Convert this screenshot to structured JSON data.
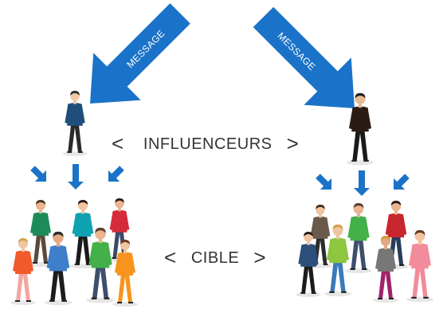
{
  "colors": {
    "arrow": "#1a73c8",
    "text": "#333333",
    "shadow": "#e6e6e6"
  },
  "arrows": {
    "left_label": "MESSAGE",
    "right_label": "MESSAGE"
  },
  "labels": {
    "influenceurs": {
      "open": "<",
      "text": "INFLUENCEURS",
      "close": ">"
    },
    "cible": {
      "open": "<",
      "text": "CIBLE",
      "close": ">"
    }
  },
  "figures": {
    "influencer_left": {
      "shirt": "#1f4e7a",
      "pants": "#2a2a2a",
      "skin": "#f1c7a4",
      "hair": "#2b2b2b"
    },
    "influencer_right": {
      "shirt": "#2a1c14",
      "pants": "#1a1a1a",
      "skin": "#e8b996",
      "hair": "#1f1f1f"
    },
    "crowd_left": [
      {
        "shirt": "#1e8c5a",
        "pants": "#5b4a3a",
        "skin": "#e9b48f",
        "hair": "#4a3424"
      },
      {
        "shirt": "#0fa3b1",
        "pants": "#1a1a1a",
        "skin": "#f0c4a0",
        "hair": "#2a1a14"
      },
      {
        "shirt": "#d62b3b",
        "pants": "#3b4a66",
        "skin": "#e9b48f",
        "hair": "#2a1a14"
      },
      {
        "shirt": "#f15a2b",
        "pants": "#f2a6a0",
        "skin": "#f0c4a0",
        "hair": "#d4a24a"
      },
      {
        "shirt": "#3f7ec9",
        "pants": "#1c1c1c",
        "skin": "#e2a882",
        "hair": "#2b2b2b"
      },
      {
        "shirt": "#43b04a",
        "pants": "#3e4e6e",
        "skin": "#e9b48f",
        "hair": "#5a4030"
      },
      {
        "shirt": "#f7941d",
        "pants": "#f7941d",
        "skin": "#f0c4a0",
        "hair": "#6a3a24"
      }
    ],
    "crowd_right": [
      {
        "shirt": "#6a5a4c",
        "pants": "#2a2a2a",
        "skin": "#f0c4a0",
        "hair": "#3a2a1a"
      },
      {
        "shirt": "#43b04a",
        "pants": "#3e4e6e",
        "skin": "#e9b48f",
        "hair": "#5a4030"
      },
      {
        "shirt": "#c8262e",
        "pants": "#2b3b5a",
        "skin": "#e9b48f",
        "hair": "#2a1a14"
      },
      {
        "shirt": "#2b4f7a",
        "pants": "#1c1c1c",
        "skin": "#f0c4a0",
        "hair": "#2a1a14"
      },
      {
        "shirt": "#8dc63f",
        "pants": "#3a7ab8",
        "skin": "#f0c4a0",
        "hair": "#d4a24a"
      },
      {
        "shirt": "#777777",
        "pants": "#a0226a",
        "skin": "#e2a882",
        "hair": "#d49a3a"
      },
      {
        "shirt": "#f28b9b",
        "pants": "#f28b9b",
        "skin": "#f0c4a0",
        "hair": "#6a3a24"
      }
    ]
  }
}
